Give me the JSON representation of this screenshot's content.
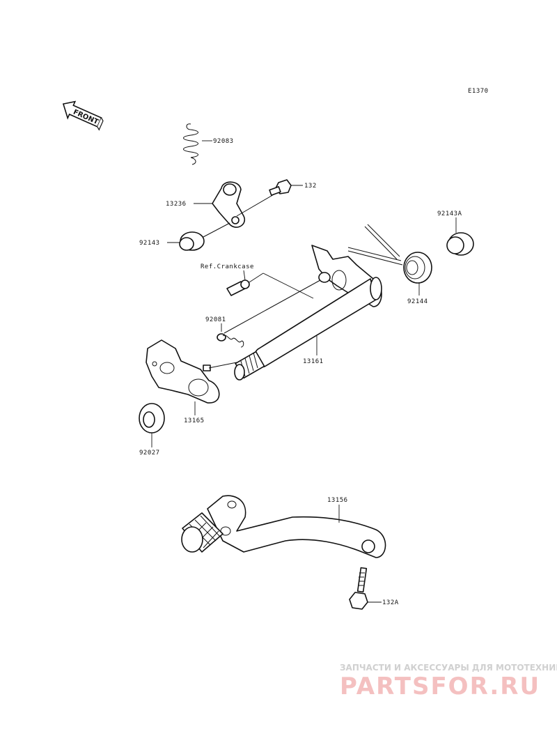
{
  "diagram": {
    "code": "E1370",
    "front_label": "FRONT",
    "ref_label": "Ref.Crankcase",
    "parts": {
      "spring": "92083",
      "bolt": "132",
      "stopper": "13236",
      "collar_left": "92143",
      "collar_right": "92143A",
      "torsion_spring": "92144",
      "shift_shaft": "13161",
      "pin_spring": "92081",
      "shift_plate": "13165",
      "oil_seal": "92027",
      "pedal": "13156",
      "pedal_bolt": "132A"
    }
  },
  "watermark": {
    "tagline": "ЗАПЧАСТИ И АКСЕССУАРЫ ДЛЯ МОТОТЕХНИКИ",
    "logo": "PARTSFOR.RU"
  }
}
